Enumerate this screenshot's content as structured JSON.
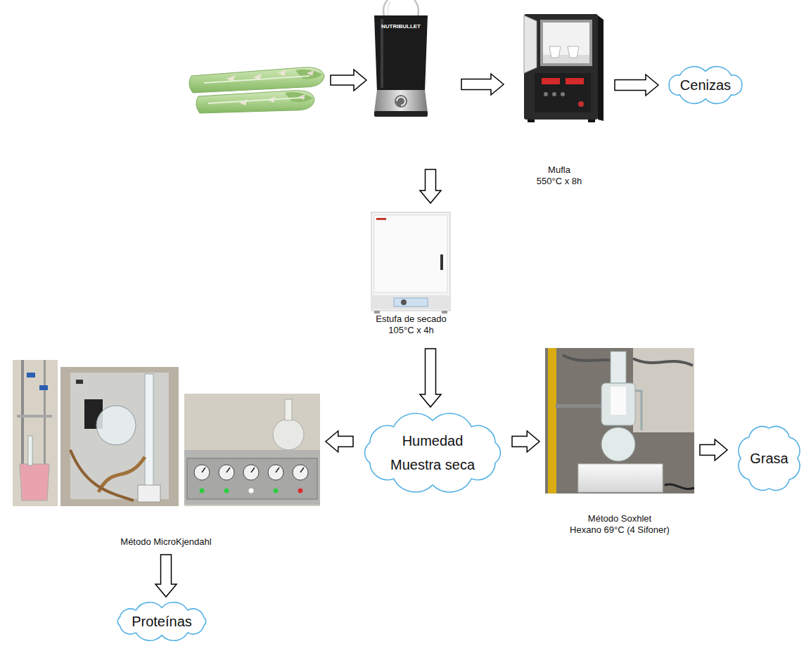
{
  "diagram": {
    "nodes": [
      {
        "text": [
          "NUTRIBULLET"
        ]
      },
      {
        "text": [
          "Mufla",
          "550°C x 8h"
        ]
      },
      {
        "text": [
          "Cenizas"
        ]
      },
      {
        "text": [
          "Estufa de secado",
          "105°C x 4h"
        ]
      },
      {
        "text": [
          "Humedad",
          "Muestra seca"
        ]
      },
      {
        "text": [
          "Método MicroKjendahl"
        ]
      },
      {
        "text": [
          "Proteínas"
        ]
      },
      {
        "text": [
          "Método Soxhlet",
          "Hexano 69°C (4 Sifoner)"
        ]
      },
      {
        "text": [
          "Grasa"
        ]
      }
    ],
    "edges": [
      {
        "from": 0,
        "to": 1,
        "arrow": "to"
      },
      {
        "from": 1,
        "to": 2,
        "arrow": "to"
      },
      {
        "from": 0,
        "to": 3,
        "arrow": "to"
      },
      {
        "from": 3,
        "to": 4,
        "arrow": "to"
      },
      {
        "from": 4,
        "to": 5,
        "arrow": "to"
      },
      {
        "from": 5,
        "to": 6,
        "arrow": "to"
      },
      {
        "from": 4,
        "to": 7,
        "arrow": "to"
      },
      {
        "from": 7,
        "to": 8,
        "arrow": "to"
      }
    ]
  }
}
